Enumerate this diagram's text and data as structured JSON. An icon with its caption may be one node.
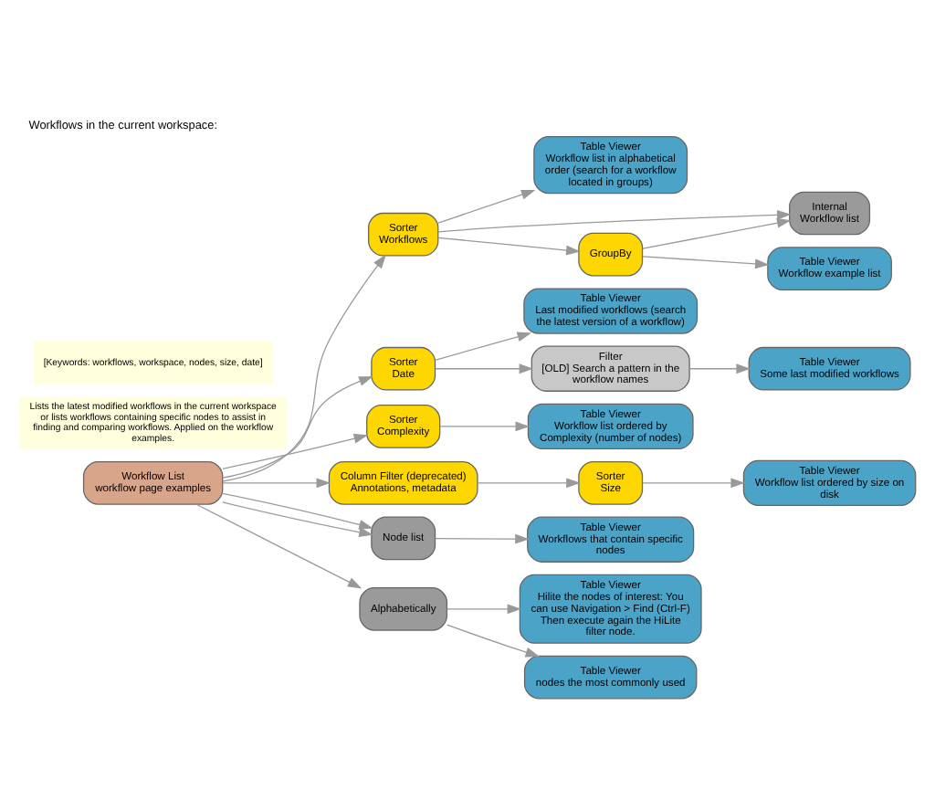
{
  "diagram": {
    "title": "Workflows in the current workspace:",
    "nodes": [
      {
        "text": [
          "Workflow List",
          "workflow page examples"
        ]
      },
      {
        "text": [
          "Sorter",
          "Workflows"
        ]
      },
      {
        "text": [
          "Table Viewer",
          "Workflow list in alphabetical order (search for a workflow located in groups)"
        ]
      },
      {
        "text": [
          "Internal",
          "Workflow list"
        ]
      },
      {
        "text": [
          "GroupBy"
        ]
      },
      {
        "text": [
          "Table Viewer",
          "Workflow example list"
        ]
      },
      {
        "text": [
          "Sorter",
          "Date"
        ]
      },
      {
        "text": [
          "Table Viewer",
          "Last modified workflows (search the latest version of a workflow)"
        ]
      },
      {
        "text": [
          "Filter",
          "[OLD] Search a pattern in the workflow names"
        ]
      },
      {
        "text": [
          "Table Viewer",
          "Some last modified workflows"
        ]
      },
      {
        "text": [
          "Sorter",
          "Complexity"
        ]
      },
      {
        "text": [
          "Table Viewer",
          "Workflow list ordered by Complexity (number of nodes)"
        ]
      },
      {
        "text": [
          "Column Filter (deprecated)",
          "Annotations, metadata"
        ]
      },
      {
        "text": [
          "Sorter",
          "Size"
        ]
      },
      {
        "text": [
          "Table Viewer",
          "Workflow list ordered by size on disk"
        ]
      },
      {
        "text": [
          "Node list"
        ]
      },
      {
        "text": [
          "Table Viewer",
          "Workflows that contain specific nodes"
        ]
      },
      {
        "text": [
          "Alphabetically"
        ]
      },
      {
        "text": [
          "Table Viewer",
          "Hilite the nodes of interest: You can use Navigation > Find (Ctrl-F) Then execute again the HiLite filter node."
        ]
      },
      {
        "text": [
          "Table Viewer",
          "nodes the most commonly used"
        ]
      }
    ],
    "edges": [
      {
        "from": 0,
        "to": 1,
        "arrow": "to"
      },
      {
        "from": 1,
        "to": 2,
        "arrow": "to"
      },
      {
        "from": 1,
        "to": 3,
        "arrow": "to"
      },
      {
        "from": 1,
        "to": 4,
        "arrow": "to"
      },
      {
        "from": 4,
        "to": 3,
        "arrow": "to"
      },
      {
        "from": 4,
        "to": 5,
        "arrow": "to"
      },
      {
        "from": 0,
        "to": 6,
        "arrow": "to"
      },
      {
        "from": 6,
        "to": 7,
        "arrow": "to"
      },
      {
        "from": 6,
        "to": 8,
        "arrow": "to"
      },
      {
        "from": 8,
        "to": 9,
        "arrow": "to"
      },
      {
        "from": 0,
        "to": 10,
        "arrow": "to"
      },
      {
        "from": 10,
        "to": 11,
        "arrow": "to"
      },
      {
        "from": 0,
        "to": 12,
        "arrow": "to"
      },
      {
        "from": 12,
        "to": 13,
        "arrow": "to"
      },
      {
        "from": 13,
        "to": 14,
        "arrow": "to"
      },
      {
        "from": 0,
        "to": 15,
        "arrow": "to"
      },
      {
        "from": 0,
        "to": 15,
        "arrow": "to"
      },
      {
        "from": 15,
        "to": 16,
        "arrow": "to"
      },
      {
        "from": 0,
        "to": 17,
        "arrow": "to"
      },
      {
        "from": 17,
        "to": 18,
        "arrow": "to"
      },
      {
        "from": 17,
        "to": 19,
        "arrow": "to"
      }
    ],
    "labels": [
      "Lists the latest modified workflows in the current workspace or lists workflows containing specific nodes to assist in finding and comparing workflows. Applied on the workflow examples.",
      "[Keywords: workflows, workspace, nodes, size, date]"
    ]
  }
}
